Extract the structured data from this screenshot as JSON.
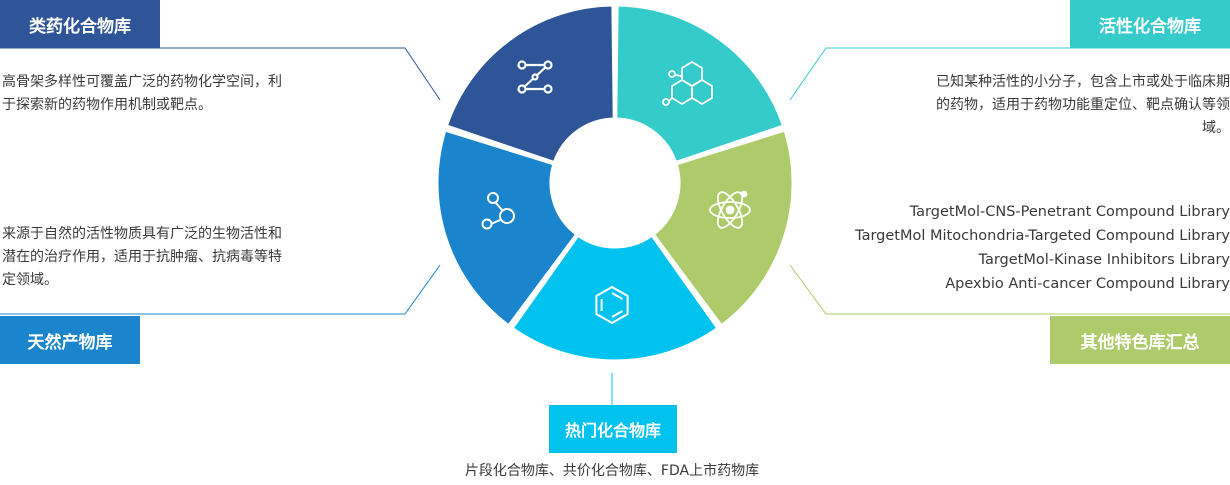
{
  "categories": [
    {
      "id": "drug-like",
      "title": "类药化合物库",
      "description": "高骨架多样性可覆盖广泛的药物化学空间，利于探索新的药物作用机制或靶点。",
      "color": "#2E5597",
      "icon": "network-graph-icon"
    },
    {
      "id": "active",
      "title": "活性化合物库",
      "description": "已知某种活性的小分子，包含上市或处于临床期的药物，适用于药物功能重定位、靶点确认等领域。",
      "color": "#35CBCB",
      "icon": "polycyclic-molecule-icon"
    },
    {
      "id": "other",
      "title": "其他特色库汇总",
      "items": [
        "TargetMol-CNS-Penetrant Compound Library",
        "TargetMol Mitochondria-Targeted Compound Library",
        "TargetMol-Kinase Inhibitors Library",
        "Apexbio Anti-cancer Compound Library"
      ],
      "color": "#AECB6B",
      "icon": "atom-icon"
    },
    {
      "id": "popular",
      "title": "热门化合物库",
      "description": "片段化合物库、共价化合物库、FDA上市药物库",
      "color": "#00C2EE",
      "icon": "benzene-ring-icon"
    },
    {
      "id": "natural",
      "title": "天然产物库",
      "description": "来源于自然的活性物质具有广泛的生物活性和潜在的治疗作用，适用于抗肿瘤、抗病毒等特定领域。",
      "color": "#1A84CC",
      "icon": "molecule-nodes-icon"
    }
  ]
}
